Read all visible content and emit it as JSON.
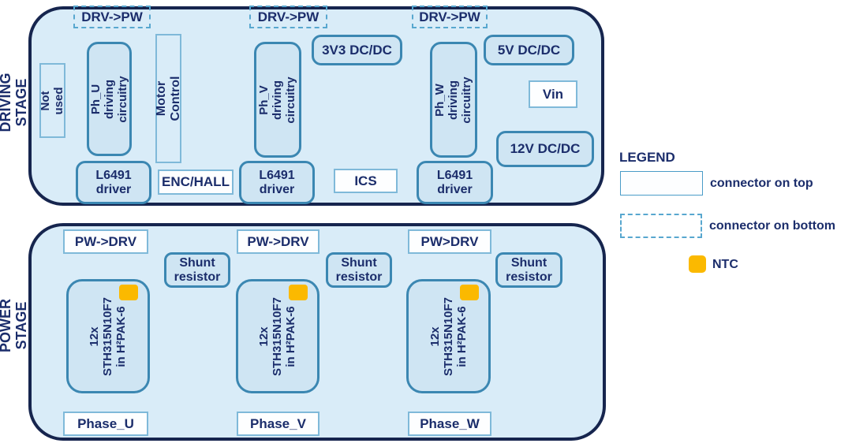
{
  "colors": {
    "container_fill": "#d9ecf8",
    "container_border": "#16254e",
    "component_fill": "#cfe5f3",
    "component_border": "#3b87b2",
    "thin_border": "#7fb9d9",
    "dashed_border": "#58a7cf",
    "text": "#1b2d6b",
    "ntc": "#fbb900"
  },
  "driving_stage": {
    "label": "DRIVING STAGE",
    "connectors_bottom": [
      "DRV->PW",
      "DRV->PW",
      "DRV->PW"
    ],
    "not_used": "Not used",
    "motor_control": "Motor Control",
    "enc_hall": "ENC/HALL",
    "ics": "ICS",
    "phase_driving": [
      "Ph_U driving\ncircuitry",
      "Ph_V driving\ncircuitry",
      "Ph_W driving\ncircuitry"
    ],
    "drivers": [
      "L6491\ndriver",
      "L6491\ndriver",
      "L6491\ndriver"
    ],
    "dcdc_3v3": "3V3 DC/DC",
    "dcdc_5v": "5V DC/DC",
    "vin": "Vin",
    "dcdc_12v": "12V DC/DC"
  },
  "power_stage": {
    "label": "POWER STAGE",
    "connectors_top": [
      "PW->DRV",
      "PW->DRV",
      "PW>DRV"
    ],
    "shunt_resistors": [
      "Shunt\nresistor",
      "Shunt\nresistor",
      "Shunt\nresistor"
    ],
    "mosfet_blocks": [
      "12x\nSTH315N10F7\nin H²PAK-6",
      "12x\nSTH315N10F7\nin H²PAK-6",
      "12x\nSTH315N10F7\nin H²PAK-6"
    ],
    "phase_connectors": [
      "Phase_U",
      "Phase_V",
      "Phase_W"
    ]
  },
  "legend": {
    "title": "LEGEND",
    "connector_top_label": "connector on top",
    "connector_bottom_label": "connector on bottom",
    "ntc_label": "NTC"
  }
}
